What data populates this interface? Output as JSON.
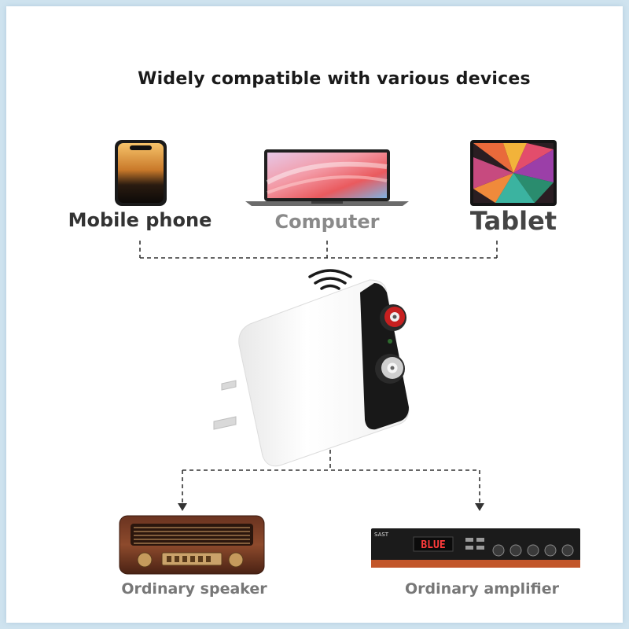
{
  "title": "Widely compatible with various devices",
  "sources": [
    {
      "label": "Mobile phone",
      "icon": "mobile-phone-icon"
    },
    {
      "label": "Computer",
      "icon": "laptop-icon"
    },
    {
      "label": "Tablet",
      "icon": "tablet-icon"
    }
  ],
  "outputs": [
    {
      "label": "Ordinary speaker",
      "icon": "retro-speaker-icon"
    },
    {
      "label": "Ordinary amplifier",
      "icon": "amplifier-icon"
    }
  ],
  "amplifier_display": "BLUE",
  "amplifier_brand": "SAST",
  "colors": {
    "background": "#ffffff",
    "border": "#cfe3ef",
    "dashed_line": "#333333",
    "label_gray": "#777777",
    "device_white": "#f4f4f4"
  }
}
